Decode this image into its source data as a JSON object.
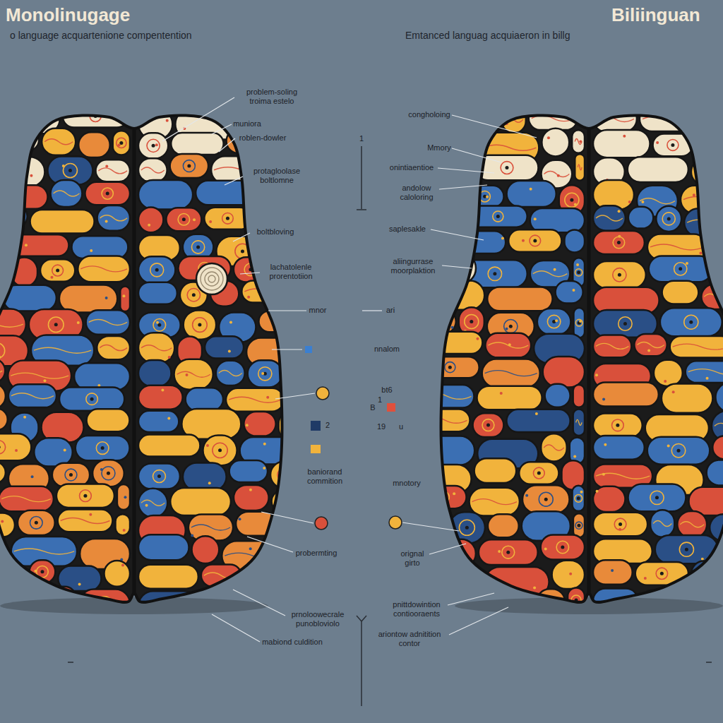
{
  "diagram": {
    "labels": [
      "Monolinugage",
      "o language acquartenione compentention",
      "Biliinguan",
      "Emtanced languag acquiaeron in billg",
      "1",
      "problem-soling troima estelo",
      "muniora",
      "roblen-dowler",
      "protagloolase boltlomne",
      "boltbloving",
      "lachatolenle prorentotiion",
      "mnor",
      "2",
      "baniorand commition",
      "probermting",
      "prnoloowecrale punobloviolo",
      "mabiond culdition",
      "congholoing",
      "Mmory",
      "onintiaentioe",
      "andolow caloloring",
      "saplesakle",
      "aliingurrase moorplaktion",
      "ari",
      "nnalom",
      "bt6",
      "1",
      "B",
      "19",
      "u",
      "mnotory",
      "orignal girto",
      "pnittdowintion contiooraents",
      "ariontow adnitition contor"
    ]
  }
}
